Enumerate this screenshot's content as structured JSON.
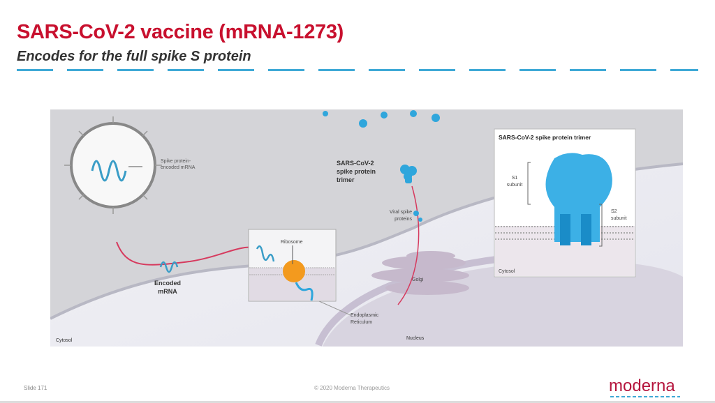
{
  "slide": {
    "title": "SARS-CoV-2 vaccine (mRNA-1273)",
    "subtitle": "Encodes for the full spike S protein"
  },
  "diagram": {
    "labels": {
      "spike_mrna_1": "Spike protein-",
      "spike_mrna_2": "encoded mRNA",
      "trimer_1": "SARS-CoV-2",
      "trimer_2": "spike protein",
      "trimer_3": "trimer",
      "viral_spike_1": "Viral spike",
      "viral_spike_2": "proteins",
      "ribosome": "Ribosome",
      "encoded_1": "Encoded",
      "encoded_2": "mRNA",
      "golgi": "Golgi",
      "er_1": "Endoplasmic",
      "er_2": "Reticulum",
      "cytosol": "Cytosol",
      "nucleus": "Nucleus"
    },
    "inset": {
      "title": "SARS-CoV-2 spike protein trimer",
      "s1_1": "S1",
      "s1_2": "subunit",
      "s2_1": "S2",
      "s2_2": "subunit",
      "cytosol": "Cytosol"
    },
    "colors": {
      "mrna": "#d63a5e",
      "protein": "#2fa6dc",
      "ribosome": "#f39a1e"
    }
  },
  "footer": {
    "slide_number": "Slide 171",
    "copyright": "© 2020 Moderna Therapeutics",
    "logo": "moderna"
  }
}
